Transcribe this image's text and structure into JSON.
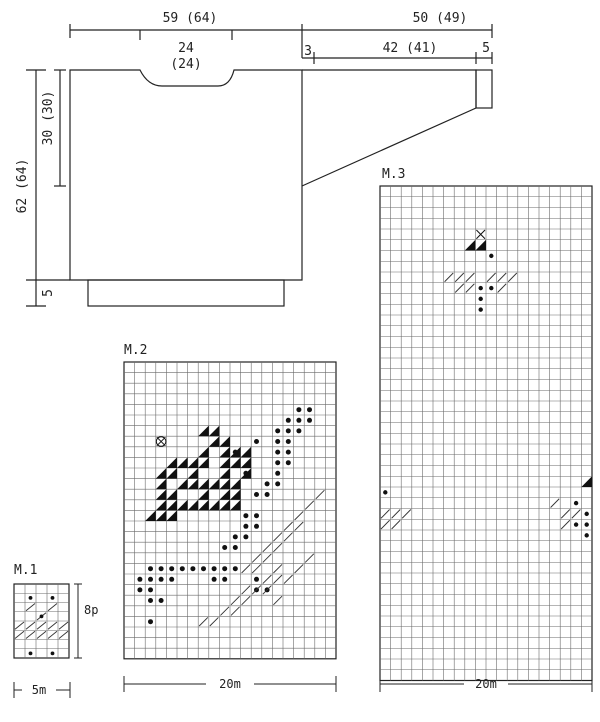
{
  "schematic": {
    "body_width": "59 (64)",
    "sleeve_length": "50 (49)",
    "neck_width": "24",
    "neck_width_alt": "(24)",
    "shoulder_gap": "3",
    "sleeve_top": "42 (41)",
    "cuff": "5",
    "yoke_height": "30 (30)",
    "total_length": "62 (64)",
    "rib_height": "5"
  },
  "chart_m1": {
    "title": "M.1",
    "width_label": "5m",
    "height_label": "8p",
    "cols": 5,
    "rows": 8
  },
  "chart_m2": {
    "title": "M.2",
    "width_label": "20m",
    "cols": 20,
    "rows": 28
  },
  "chart_m3": {
    "title": "M.3",
    "width_label": "20m",
    "cols": 20,
    "rows": 46
  },
  "colors": {
    "line": "#222222",
    "grid": "#6b6b6b",
    "paper": "#ffffff"
  }
}
